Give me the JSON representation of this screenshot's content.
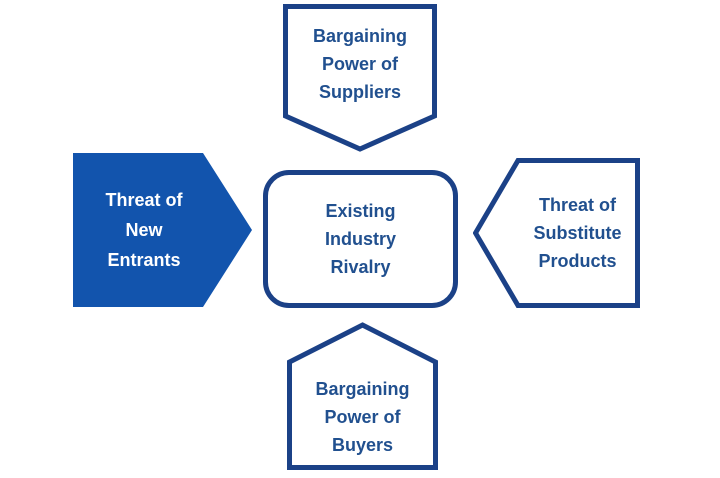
{
  "colors": {
    "arrow_fill": "#1254ad",
    "outline": "#1b4187",
    "text_dark": "#21508f",
    "text_light": "#ffffff",
    "background": "#ffffff"
  },
  "diagram": {
    "nodes": {
      "suppliers": {
        "label": "Bargaining\nPower of\nSuppliers",
        "shape": "banner-pointing-down",
        "style": "white-fill-blue-outline"
      },
      "new_entrants": {
        "label": "Threat of\nNew\nEntrants",
        "shape": "arrow-pointing-right",
        "style": "solid-blue-fill"
      },
      "rivalry": {
        "label": "Existing\nIndustry\nRivalry",
        "shape": "rounded-rectangle",
        "style": "white-fill-blue-outline"
      },
      "substitutes": {
        "label": "Threat of\nSubstitute\nProducts",
        "shape": "pentagon-pointing-left",
        "style": "white-fill-blue-outline"
      },
      "buyers": {
        "label": "Bargaining\nPower of\nBuyers",
        "shape": "house-pointing-up",
        "style": "white-fill-blue-outline"
      }
    }
  }
}
